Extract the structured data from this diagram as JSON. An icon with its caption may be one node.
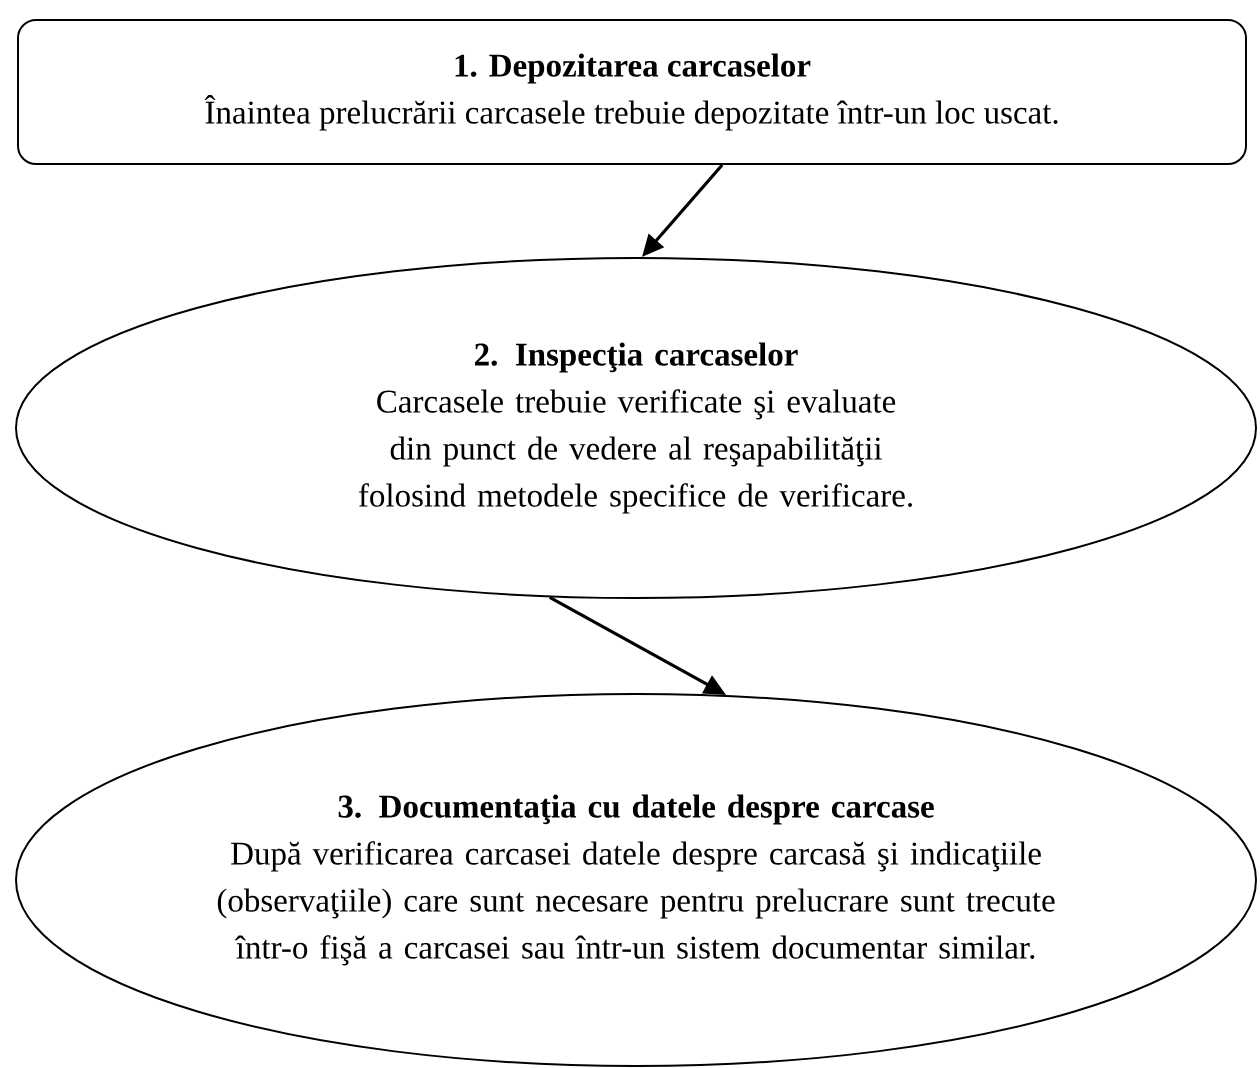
{
  "diagram": {
    "nodes": [
      {
        "text": [
          "1. Depozitarea carcaselor",
          "Înaintea prelucrării carcasele trebuie depozitate într-un loc uscat."
        ]
      },
      {
        "text": [
          "2. Inspecţia carcaselor",
          "Carcasele trebuie verificate şi evaluate din punct de vedere al reşapabilităţii folosind metodele specifice de verificare."
        ]
      },
      {
        "text": [
          "3. Documentaţia cu datele despre carcase",
          "După verificarea carcasei datele despre carcasă şi indicaţiile (observaţiile) care sunt necesare pentru prelucrare sunt trecute într-o fişă a carcasei sau într-un sistem documentar similar."
        ]
      }
    ],
    "edges": [
      {
        "from": 0,
        "to": 1,
        "arrow": "to"
      },
      {
        "from": 1,
        "to": 2,
        "arrow": "to"
      }
    ]
  }
}
